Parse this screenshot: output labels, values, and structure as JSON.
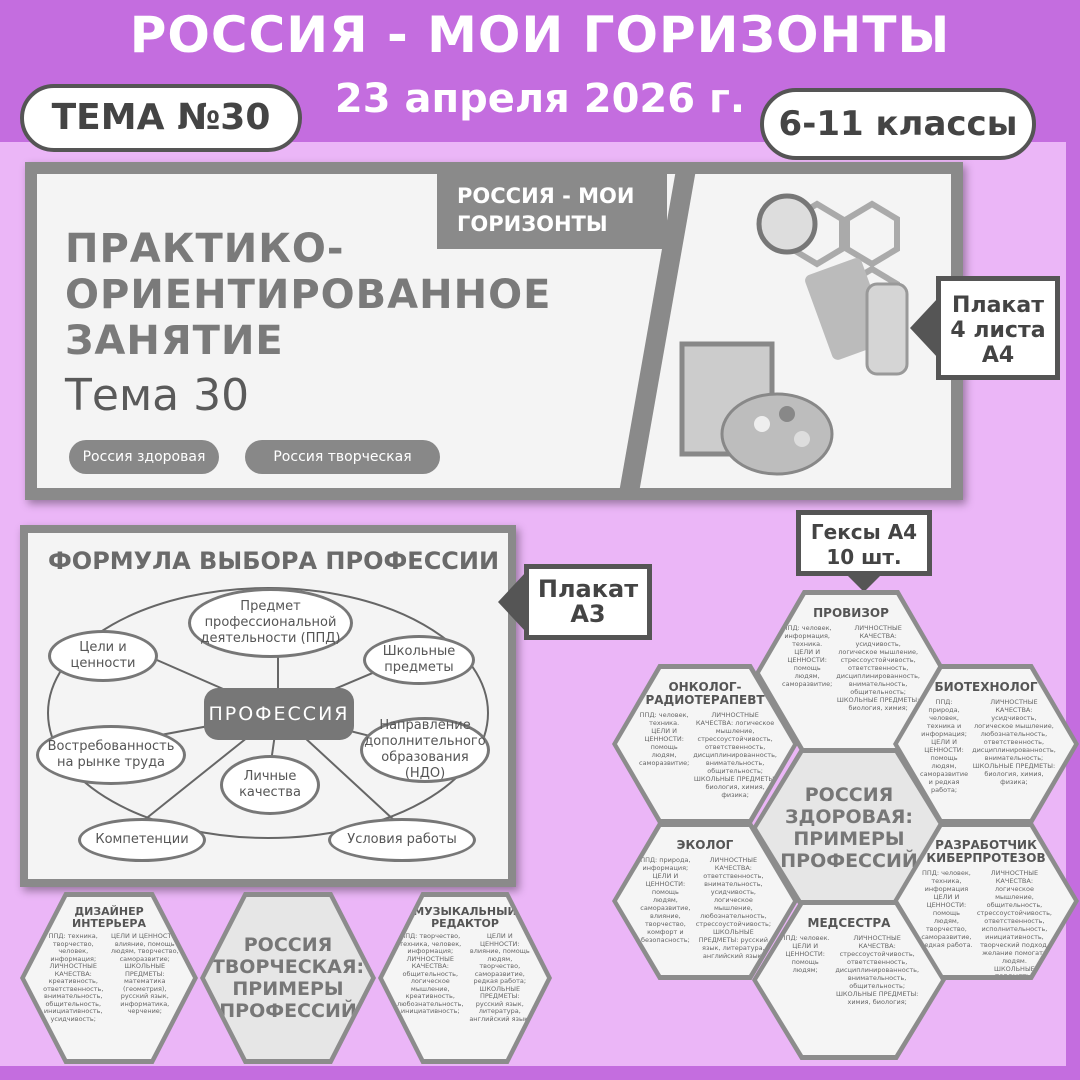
{
  "header": {
    "title": "РОССИЯ - МОИ ГОРИЗОНТЫ",
    "date": "23 апреля 2026 г.",
    "topic": "ТЕМА №30",
    "grades": "6-11 классы"
  },
  "colors": {
    "accent": "#c46ddf",
    "background": "#ebb6f7",
    "frame": "#8a8a8a"
  },
  "banner": {
    "tag": "РОССИЯ - МОИ ГОРИЗОНТЫ",
    "heading": "ПРАКТИКО-ОРИЕНТИРОВАННОЕ ЗАНЯТИЕ",
    "subheading": "Тема 30",
    "chips": [
      "Россия здоровая",
      "Россия творческая"
    ]
  },
  "callouts": {
    "banner": "Плакат 4 листа А4",
    "poster": "Плакат А3",
    "hexes": "Гексы А4 10 шт."
  },
  "poster": {
    "title": "ФОРМУЛА ВЫБОРА ПРОФЕССИИ",
    "center": "ПРОФЕССИЯ",
    "nodes": [
      "Цели и ценности",
      "Предмет профессиональной деятельности (ППД)",
      "Школьные предметы",
      "Востребованность на рынке труда",
      "Личные качества",
      "Направление дополнительного образования (НДО)",
      "Компетенции",
      "Условия работы"
    ]
  },
  "hexes": [
    {
      "title": "ПРОВИЗОР",
      "ppd": "ППД: человек, информация, техника.",
      "goals": "ЦЕЛИ И ЦЕННОСТИ: помощь людям, саморазвитие;",
      "qualities": "ЛИЧНОСТНЫЕ КАЧЕСТВА: усидчивость, логическое мышление, стрессоустойчивость, ответственность, дисциплинированность, внимательность, общительность;",
      "subjects": "ШКОЛЬНЫЕ ПРЕДМЕТЫ: биология, химия;"
    },
    {
      "title": "ОНКОЛОГ-РАДИОТЕРАПЕВТ",
      "ppd": "ППД: человек, техника.",
      "goals": "ЦЕЛИ И ЦЕННОСТИ: помощь людям, саморазвитие;",
      "qualities": "ЛИЧНОСТНЫЕ КАЧЕСТВА: логическое мышление, стрессоустойчивость, ответственность, дисциплинированность, внимательность, общительность;",
      "subjects": "ШКОЛЬНЫЕ ПРЕДМЕТЫ: биология, химия, физика;"
    },
    {
      "title": "БИОТЕХНОЛОГ",
      "ppd": "ППД: природа, человек, техника и информация;",
      "goals": "ЦЕЛИ И ЦЕННОСТИ: помощь людям, саморазвитие и редкая работа;",
      "qualities": "ЛИЧНОСТНЫЕ КАЧЕСТВА: усидчивость, логическое мышление, любознательность, ответственность, дисциплинированность, внимательность;",
      "subjects": "ШКОЛЬНЫЕ ПРЕДМЕТЫ: биология, химия, физика;"
    },
    {
      "title": "РОССИЯ ЗДОРОВАЯ: ПРИМЕРЫ ПРОФЕССИЙ",
      "center": true
    },
    {
      "title": "ЭКОЛОГ",
      "ppd": "ППД: природа, информация;",
      "goals": "ЦЕЛИ И ЦЕННОСТИ: помощь людям, саморазвитие, влияние, творчество, комфорт и безопасность;",
      "qualities": "ЛИЧНОСТНЫЕ КАЧЕСТВА: ответственность, внимательность, усидчивость, логическое мышление, любознательность, стрессоустойчивость;",
      "subjects": "ШКОЛЬНЫЕ ПРЕДМЕТЫ: русский язык, литература, английский язык;"
    },
    {
      "title": "РАЗРАБОТЧИК КИБЕРПРОТЕЗОВ",
      "ppd": "ППД: человек, техника, информация",
      "goals": "ЦЕЛИ И ЦЕННОСТИ: помощь людям, творчество, саморазвитие, редкая работа.",
      "qualities": "ЛИЧНОСТНЫЕ КАЧЕСТВА: логическое мышление, общительность, стрессоустойчивость, ответственность, исполнительность, инициативность, творческий подход, желание помогать людям.",
      "subjects": "ШКОЛЬНЫЕ ПРЕДМЕТЫ: математика, физика, биология;"
    },
    {
      "title": "МЕДСЕСТРА",
      "ppd": "ППД: человек.",
      "goals": "ЦЕЛИ И ЦЕННОСТИ: помощь людям;",
      "qualities": "ЛИЧНОСТНЫЕ КАЧЕСТВА: стрессоустойчивость, ответственность, дисциплинированность, внимательность, общительность;",
      "subjects": "ШКОЛЬНЫЕ ПРЕДМЕТЫ: химия, биология;"
    },
    {
      "title": "ДИЗАЙНЕР ИНТЕРЬЕРА",
      "ppd": "ППД: техника, творчество, человек, информация;",
      "goals": "ЦЕЛИ И ЦЕННОСТИ: влияние, помощь людям, творчество, саморазвитие;",
      "qualities": "ЛИЧНОСТНЫЕ КАЧЕСТВА: креативность, ответственность, внимательность, общительность, инициативность, усидчивость;",
      "subjects": "ШКОЛЬНЫЕ ПРЕДМЕТЫ: математика (геометрия), русский язык, информатика, черчение;"
    },
    {
      "title": "РОССИЯ ТВОРЧЕСКАЯ: ПРИМЕРЫ ПРОФЕССИЙ",
      "center": true
    },
    {
      "title": "МУЗЫКАЛЬНЫЙ РЕДАКТОР",
      "ppd": "ППД: творчество, техника, человек, информация;",
      "goals": "ЦЕЛИ И ЦЕННОСТИ: влияние, помощь людям, творчество, саморазвитие, редкая работа;",
      "qualities": "ЛИЧНОСТНЫЕ КАЧЕСТВА: общительность, логическое мышление, креативность, любознательность, инициативность;",
      "subjects": "ШКОЛЬНЫЕ ПРЕДМЕТЫ: русский язык, литература, английский язык;"
    }
  ]
}
